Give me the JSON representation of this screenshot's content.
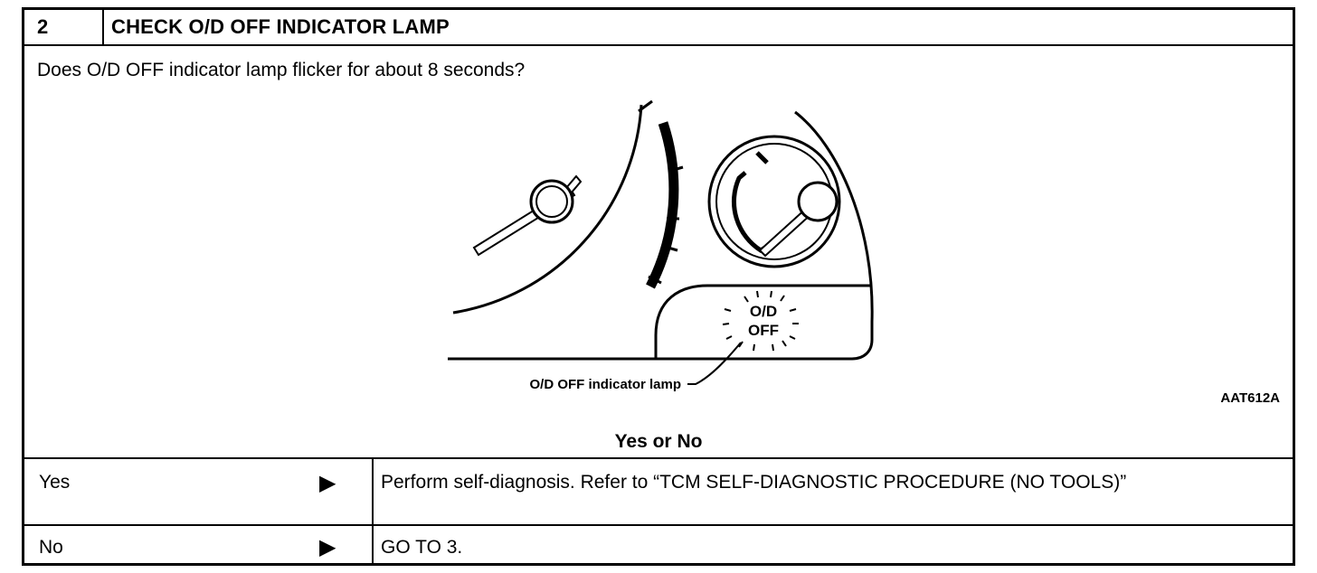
{
  "step": {
    "number": "2",
    "title": "CHECK O/D OFF INDICATOR LAMP",
    "question": "Does O/D OFF indicator lamp flicker for about 8 seconds?"
  },
  "figure": {
    "lamp_text_line1": "O/D",
    "lamp_text_line2": "OFF",
    "callout_label": "O/D OFF indicator lamp",
    "figure_code": "AAT612A"
  },
  "decision": {
    "prompt": "Yes or No",
    "rows": [
      {
        "answer": "Yes",
        "action": "Perform self-diagnosis. Refer to “TCM SELF-DIAGNOSTIC PROCEDURE (NO TOOLS)”"
      },
      {
        "answer": "No",
        "action": "GO TO 3."
      }
    ]
  }
}
